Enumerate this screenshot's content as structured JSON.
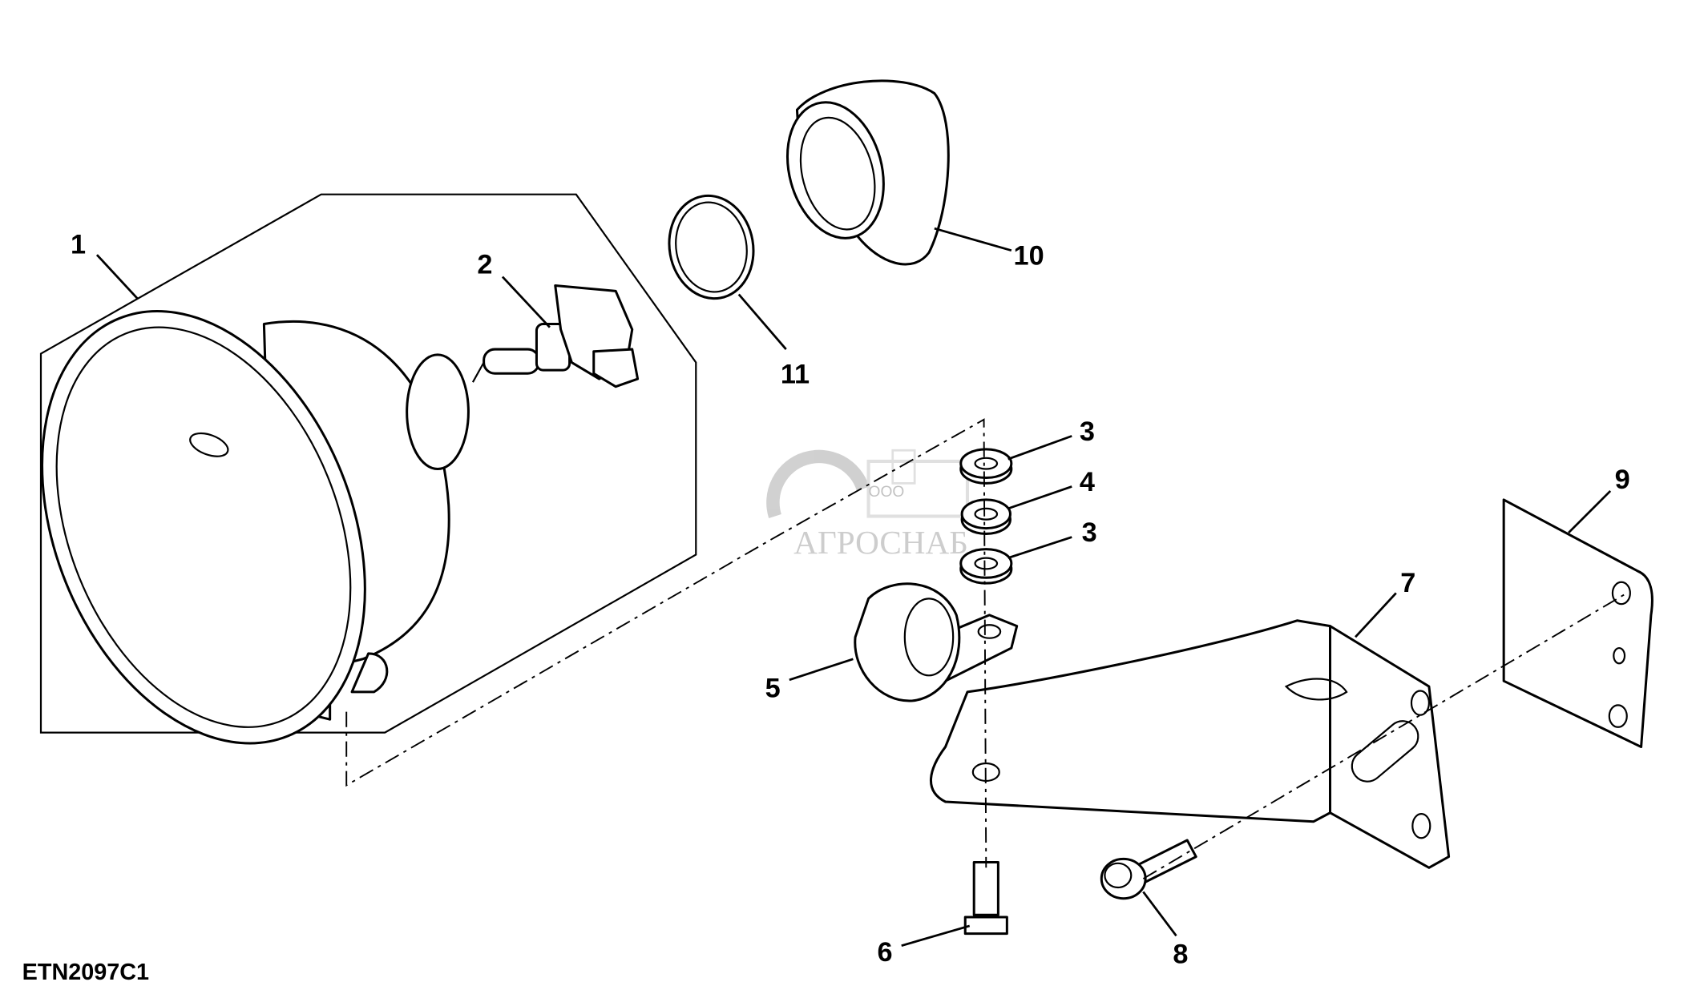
{
  "diagram": {
    "reference_code": "ETN2097C1",
    "callouts": [
      "1",
      "2",
      "3",
      "4",
      "3",
      "5",
      "6",
      "7",
      "8",
      "9",
      "10",
      "11"
    ]
  },
  "watermark": {
    "prefix": "ООО",
    "brand": "АГРОСНАБ"
  },
  "colors": {
    "line": "#000000",
    "watermark": "#c8c8c8"
  }
}
